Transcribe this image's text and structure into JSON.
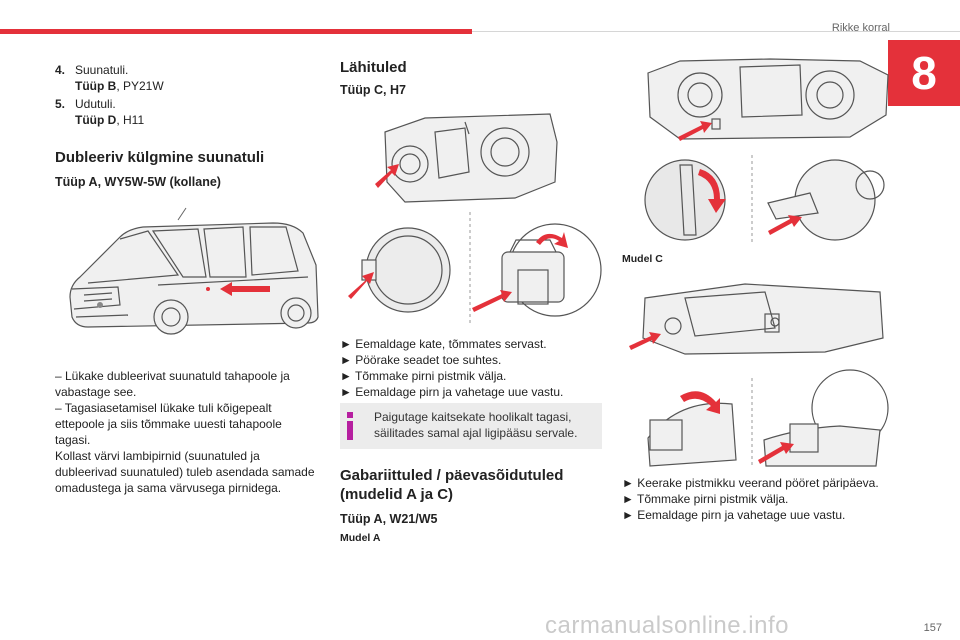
{
  "header": {
    "section_title": "Rikke korral",
    "chapter_number": "8"
  },
  "left": {
    "list": [
      {
        "num": "4.",
        "name": "Suunatuli.",
        "type_label": "Tüüp B",
        "type_value": ", PY21W"
      },
      {
        "num": "5.",
        "name": "Udutuli.",
        "type_label": "Tüüp D",
        "type_value": ", H11"
      }
    ],
    "heading": "Dubleeriv külgmine suunatuli",
    "subheading": "Tüüp A, WY5W-5W (kollane)",
    "paragraph": [
      "– Lükake dubleerivat suunatuld tahapoole ja",
      "vabastage see.",
      "– Tagasiasetamisel lükake tuli kõigepealt",
      "ettepoole ja siis tõmmake uuesti tahapoole",
      "tagasi.",
      "Kollast värvi lambipirnid (suunatuled ja",
      "dubleerivad suunatuled) tuleb asendada samade",
      "omadustega ja sama värvusega pirnidega."
    ]
  },
  "middle": {
    "heading": "Lähituled",
    "subheading": "Tüüp C, H7",
    "steps": [
      "► Eemaldage kate, tõmmates servast.",
      "►  Pöörake seadet toe suhtes.",
      "► Tõmmake pirni pistmik välja.",
      "► Eemaldage pirn ja vahetage uue vastu."
    ],
    "note": [
      "Paigutage kaitsekate hoolikalt tagasi,",
      "säilitades samal ajal ligipääsu servale."
    ],
    "heading2_line1": "Gabariittuled / päevasõidutuled",
    "heading2_line2": "(mudelid A ja C)",
    "subheading2": "Tüüp A, W21/W5",
    "model_label": "Mudel A"
  },
  "right": {
    "model_label": "Mudel C",
    "steps": [
      "► Keerake pistmikku veerand pööret päripäeva.",
      "► Tõmmake pirni pistmik välja.",
      "► Eemaldage pirn ja vahetage uue vastu."
    ]
  },
  "footer": {
    "page_number": "157",
    "watermark": "carmanualsonline.info"
  },
  "colors": {
    "accent": "#e4313a",
    "note_bg": "#ececec",
    "info_icon": "#b61fa0"
  }
}
